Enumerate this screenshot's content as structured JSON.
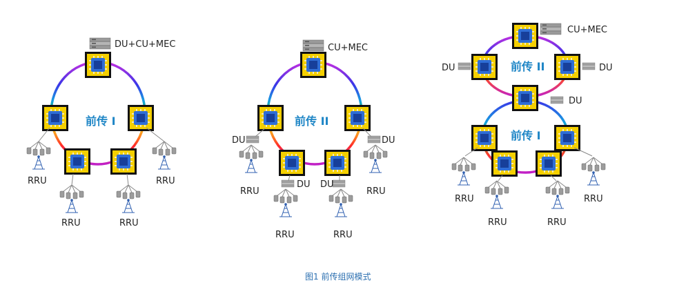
{
  "caption": "图1  前传组网模式",
  "diagrams": [
    {
      "ring_label": "前传 I",
      "server_label": "DU+CU+MEC",
      "rru_labels": [
        "RRU",
        "RRU",
        "RRU",
        "RRU"
      ]
    },
    {
      "ring_label": "前传 II",
      "server_label": "CU+MEC",
      "du_labels": [
        "DU",
        "DU",
        "DU",
        "DU"
      ],
      "rru_labels": [
        "RRU",
        "RRU",
        "RRU",
        "RRU"
      ]
    },
    {
      "top_ring_label": "前传 II",
      "bottom_ring_label": "前传 I",
      "server_label": "CU+MEC",
      "du_labels": [
        "DU",
        "DU",
        "DU"
      ],
      "rru_labels": [
        "RRU",
        "RRU",
        "RRU",
        "RRU"
      ]
    }
  ],
  "colors": {
    "ring_text": "#1f86c6",
    "caption": "#2b6fb0",
    "node_fill": "#f5d000",
    "node_border": "#111111"
  },
  "icons": [
    "switch-node-icon",
    "server-rack-icon",
    "rru-antenna-icon"
  ]
}
